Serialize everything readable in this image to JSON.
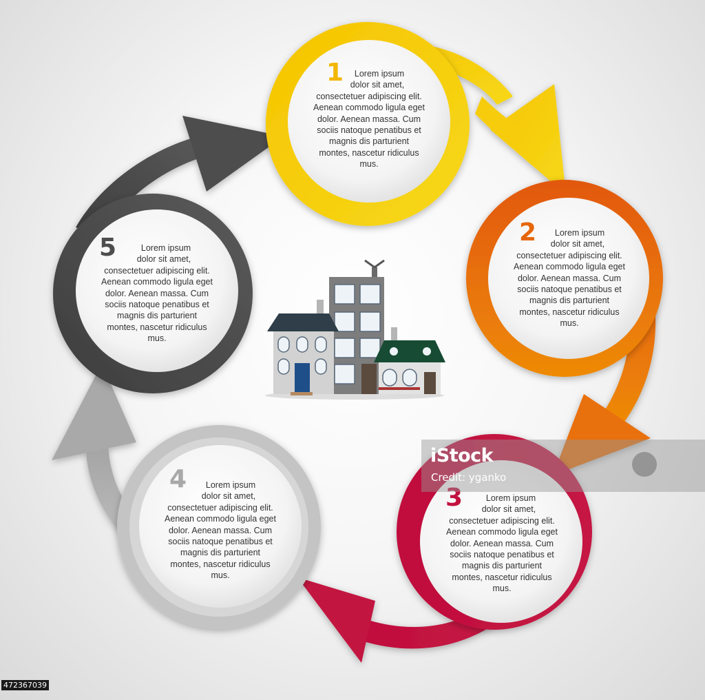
{
  "steps": [
    {
      "number": "1",
      "color": "#f2b705",
      "lines": [
        "Lorem ipsum",
        "dolor sit amet,",
        "consectetuer adipiscing elit.",
        "Aenean commodo ligula eget",
        "dolor. Aenean massa. Cum",
        "sociis natoque penatibus et",
        "magnis dis parturient",
        "montes, nascetur ridiculus",
        "mus."
      ]
    },
    {
      "number": "2",
      "color": "#e6670a",
      "lines": [
        "Lorem ipsum",
        "dolor sit amet,",
        "consectetuer adipiscing elit.",
        "Aenean commodo ligula eget",
        "dolor. Aenean massa. Cum",
        "sociis natoque penatibus et",
        "magnis dis parturient",
        "montes, nascetur ridiculus",
        "mus."
      ]
    },
    {
      "number": "3",
      "color": "#c2123f",
      "lines": [
        "Lorem ipsum",
        "dolor sit amet,",
        "consectetuer adipiscing elit.",
        "Aenean commodo ligula eget",
        "dolor. Aenean massa. Cum",
        "sociis natoque penatibus et",
        "magnis dis parturient",
        "montes, nascetur ridiculus",
        "mus."
      ]
    },
    {
      "number": "4",
      "color": "#a8a8a8",
      "lines": [
        "Lorem ipsum",
        "dolor sit amet,",
        "consectetuer adipiscing elit.",
        "Aenean commodo ligula eget",
        "dolor. Aenean massa. Cum",
        "sociis natoque penatibus et",
        "magnis dis parturient",
        "montes, nascetur ridiculus",
        "mus."
      ]
    },
    {
      "number": "5",
      "color": "#4d4d4d",
      "lines": [
        "Lorem ipsum",
        "dolor sit amet,",
        "consectetuer adipiscing elit.",
        "Aenean commodo ligula eget",
        "dolor. Aenean massa. Cum",
        "sociis natoque penatibus et",
        "magnis dis parturient",
        "montes, nascetur ridiculus",
        "mus."
      ]
    }
  ],
  "center_icon": "buildings-icon",
  "watermark": {
    "logo": "iStock",
    "credit": "Credit: yganko"
  },
  "image_id": "472367039"
}
